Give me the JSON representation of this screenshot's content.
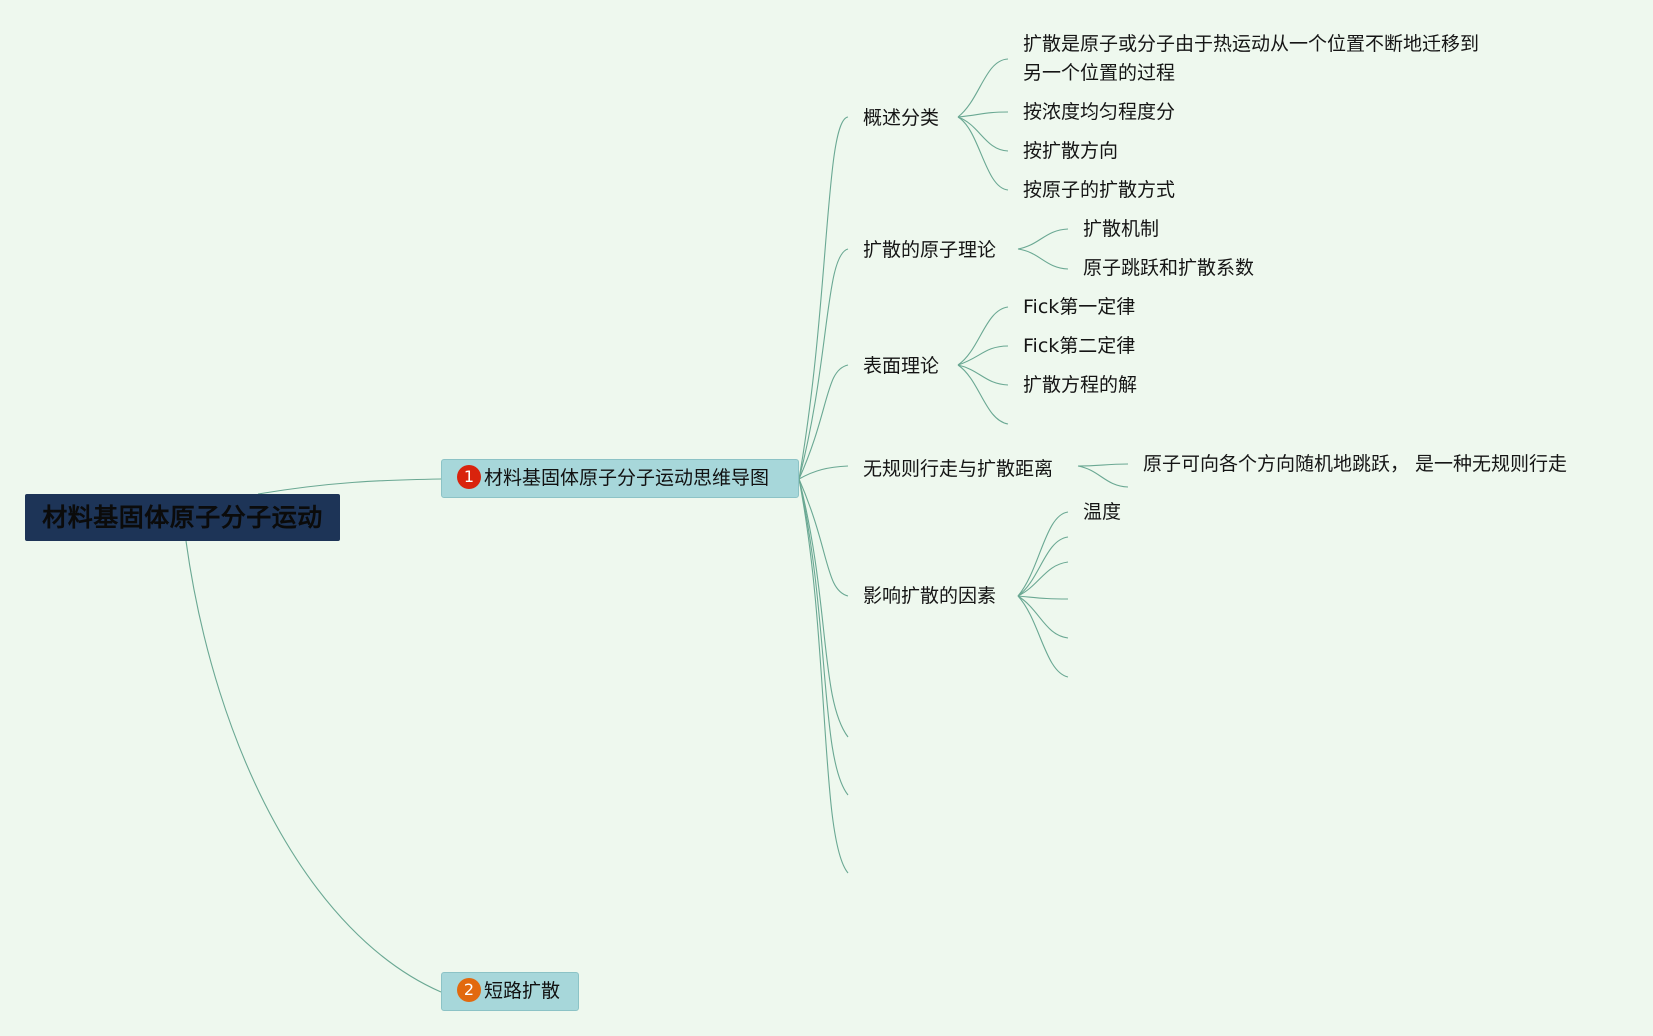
{
  "root": {
    "label": "材料基固体原子分子运动"
  },
  "main": [
    {
      "num": "1",
      "label": "材料基固体原子分子运动思维导图",
      "badge_color": "#d9230d"
    },
    {
      "num": "2",
      "label": "短路扩散",
      "badge_color": "#e2690e"
    }
  ],
  "branches": [
    {
      "label": "概述分类",
      "children": [
        {
          "label": "扩散是原子或分子由于热运动从一个位置不断地迁移到"
        },
        {
          "label": "另一个位置的过程"
        },
        {
          "label": "按浓度均匀程度分"
        },
        {
          "label": "按扩散方向"
        },
        {
          "label": "按原子的扩散方式"
        }
      ]
    },
    {
      "label": "扩散的原子理论",
      "children": [
        {
          "label": "扩散机制"
        },
        {
          "label": "原子跳跃和扩散系数"
        }
      ]
    },
    {
      "label": "表面理论",
      "children": [
        {
          "label": "Fick第一定律"
        },
        {
          "label": "Fick第二定律"
        },
        {
          "label": "扩散方程的解"
        }
      ]
    },
    {
      "label": "无规则行走与扩散距离",
      "children": [
        {
          "label": "原子可向各个方向随机地跳跃， 是一种无规则行走"
        }
      ]
    },
    {
      "label": "影响扩散的因素",
      "children": [
        {
          "label": "温度"
        }
      ]
    }
  ],
  "colors": {
    "background": "#eef8ee",
    "line": "#6aa893",
    "root_fill": "#1d3457",
    "main_fill": "#a7d7da"
  }
}
